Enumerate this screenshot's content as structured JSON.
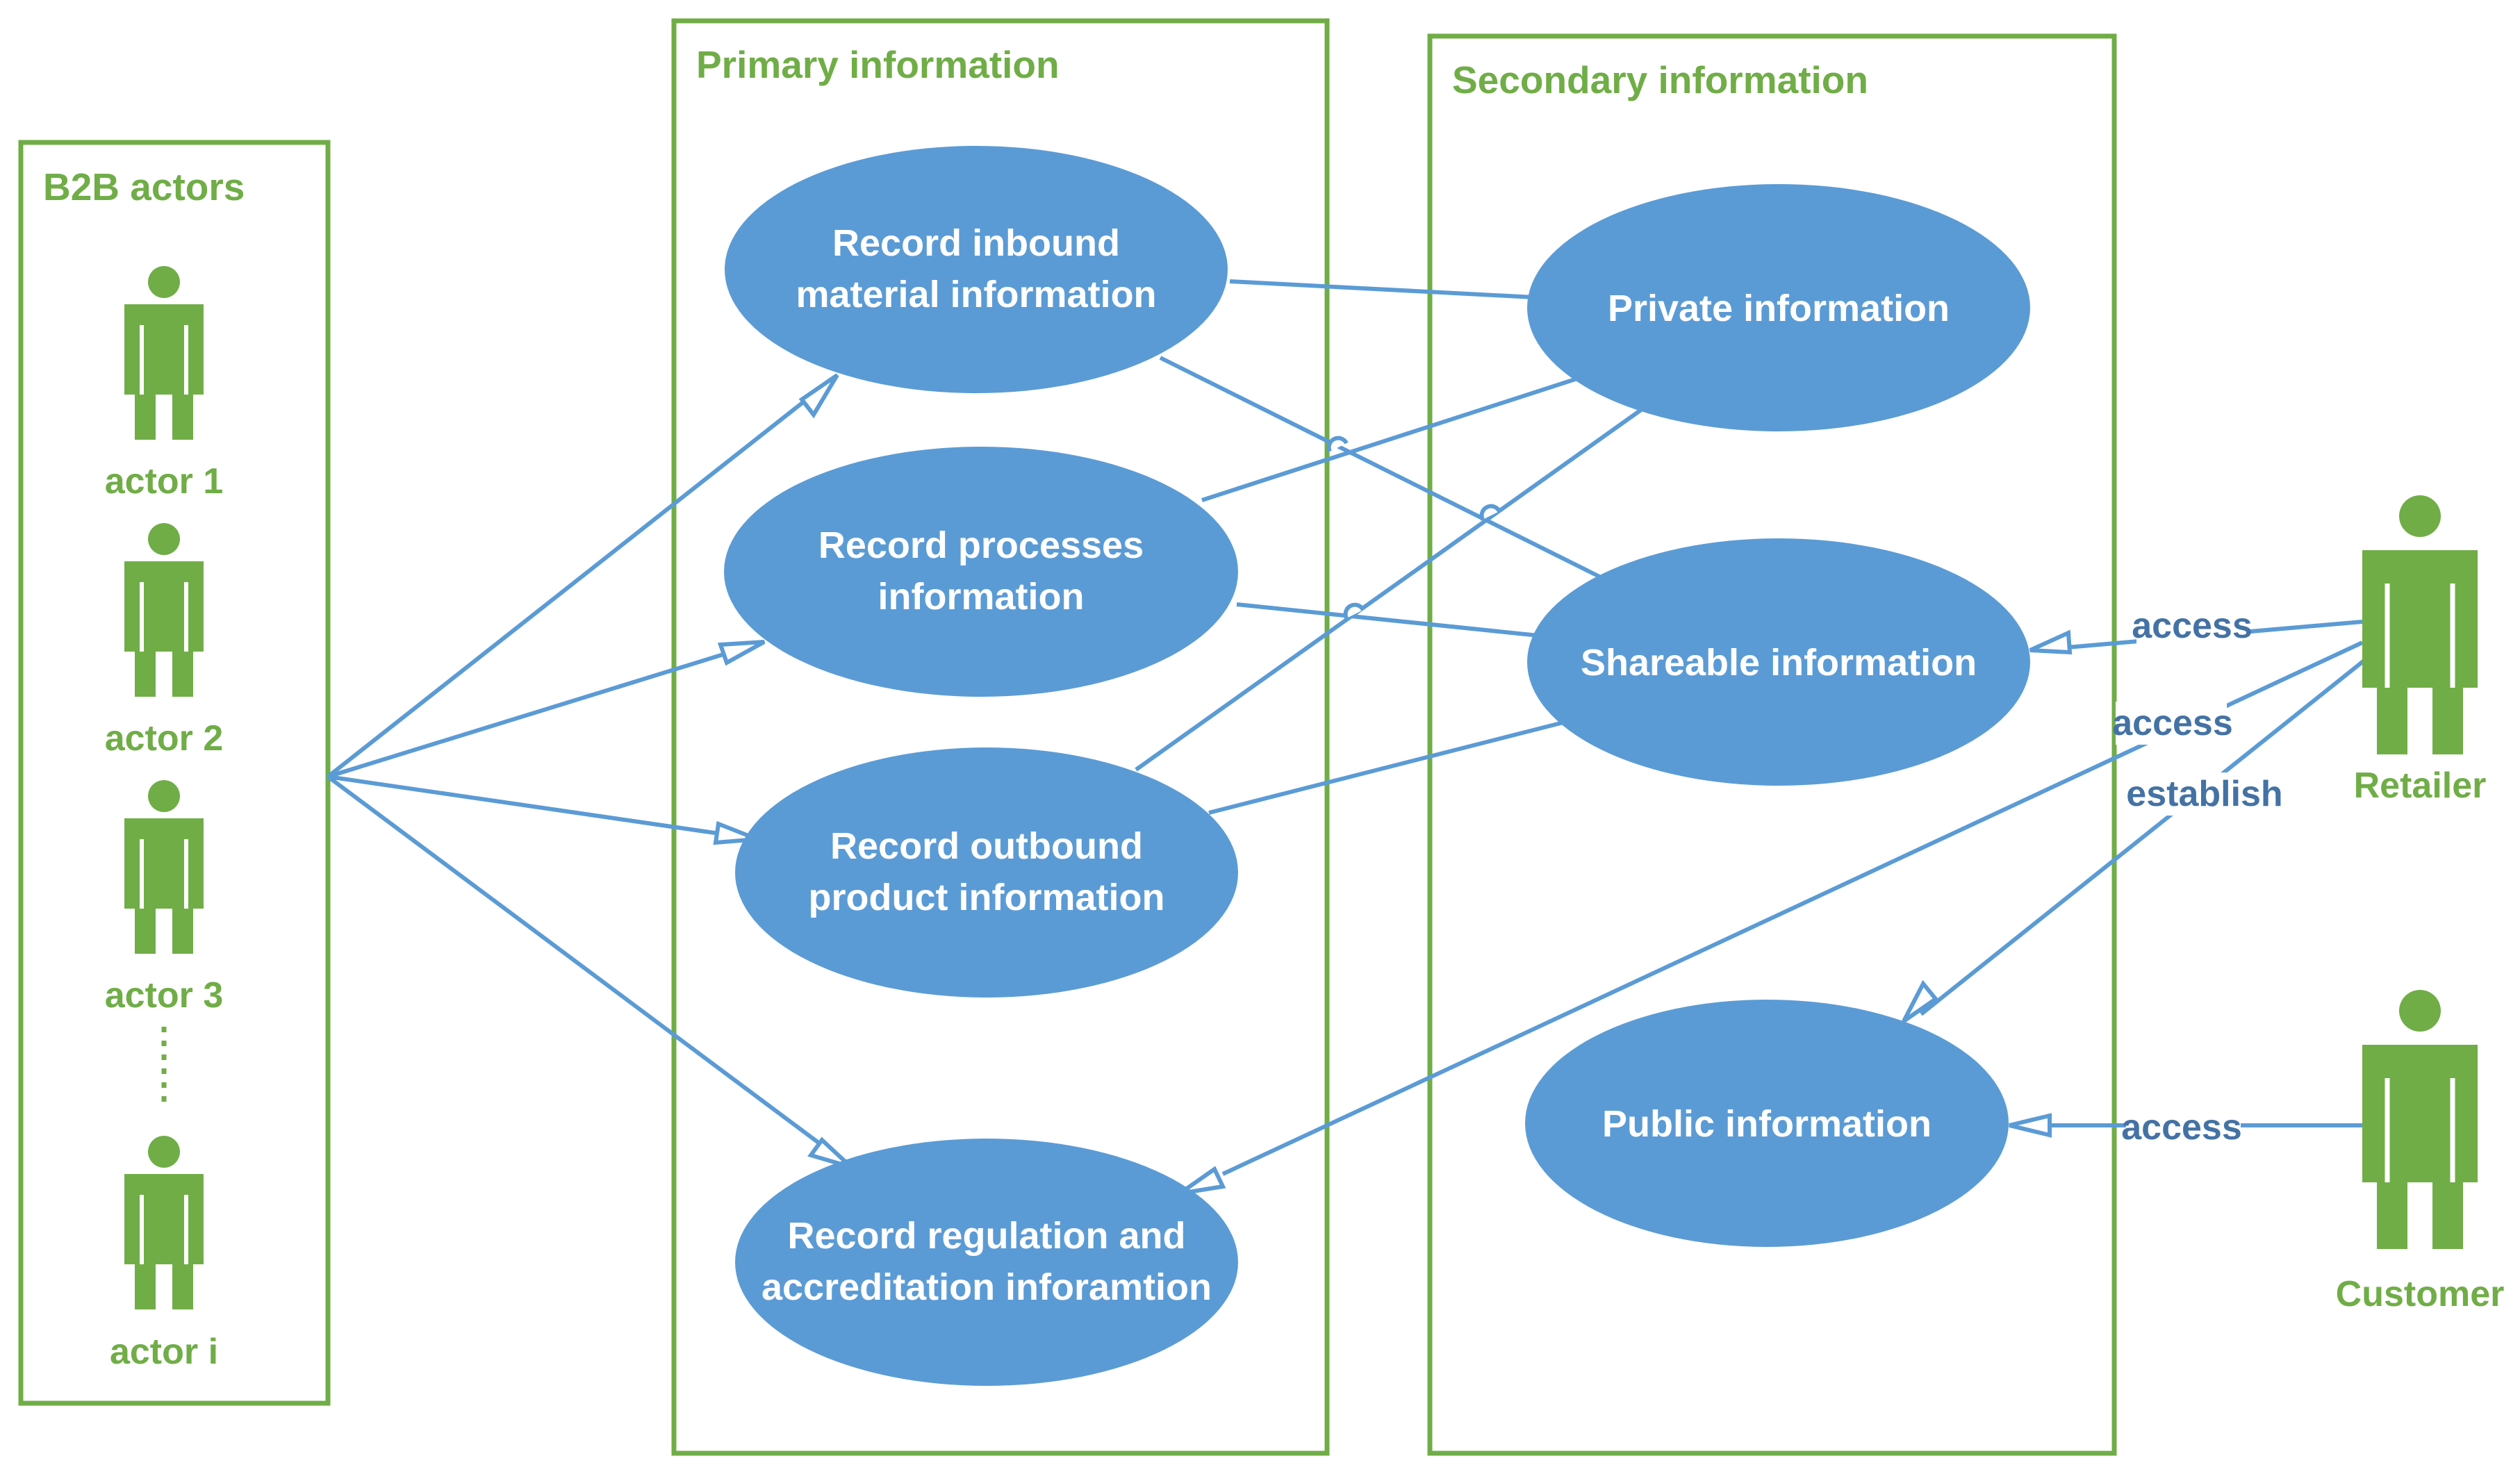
{
  "groups": {
    "b2b": "B2B actors",
    "primary": "Primary information",
    "secondary": "Secondary information"
  },
  "actors": {
    "a1": "actor 1",
    "a2": "actor 2",
    "a3": "actor 3",
    "ai": "actor i",
    "retailer": "Retailer",
    "customer": "Customer"
  },
  "usecases": {
    "inbound": [
      "Record inbound",
      "material information"
    ],
    "processes": [
      "Record processes",
      "information"
    ],
    "outbound": [
      "Record outbound",
      "product information"
    ],
    "regulation": [
      "Record regulation and",
      "accreditation inforamtion"
    ],
    "private": [
      "Private information"
    ],
    "shareable": [
      "Shareable information"
    ],
    "public": [
      "Public information"
    ]
  },
  "edge_labels": {
    "retailer_shareable": "access",
    "retailer_regulation": "access",
    "retailer_public": "establish",
    "customer_public": "access"
  },
  "colors": {
    "usecase_fill": "#5b9bd5",
    "actor_green": "#70ad47",
    "edge_blue": "#5b9bd5"
  }
}
